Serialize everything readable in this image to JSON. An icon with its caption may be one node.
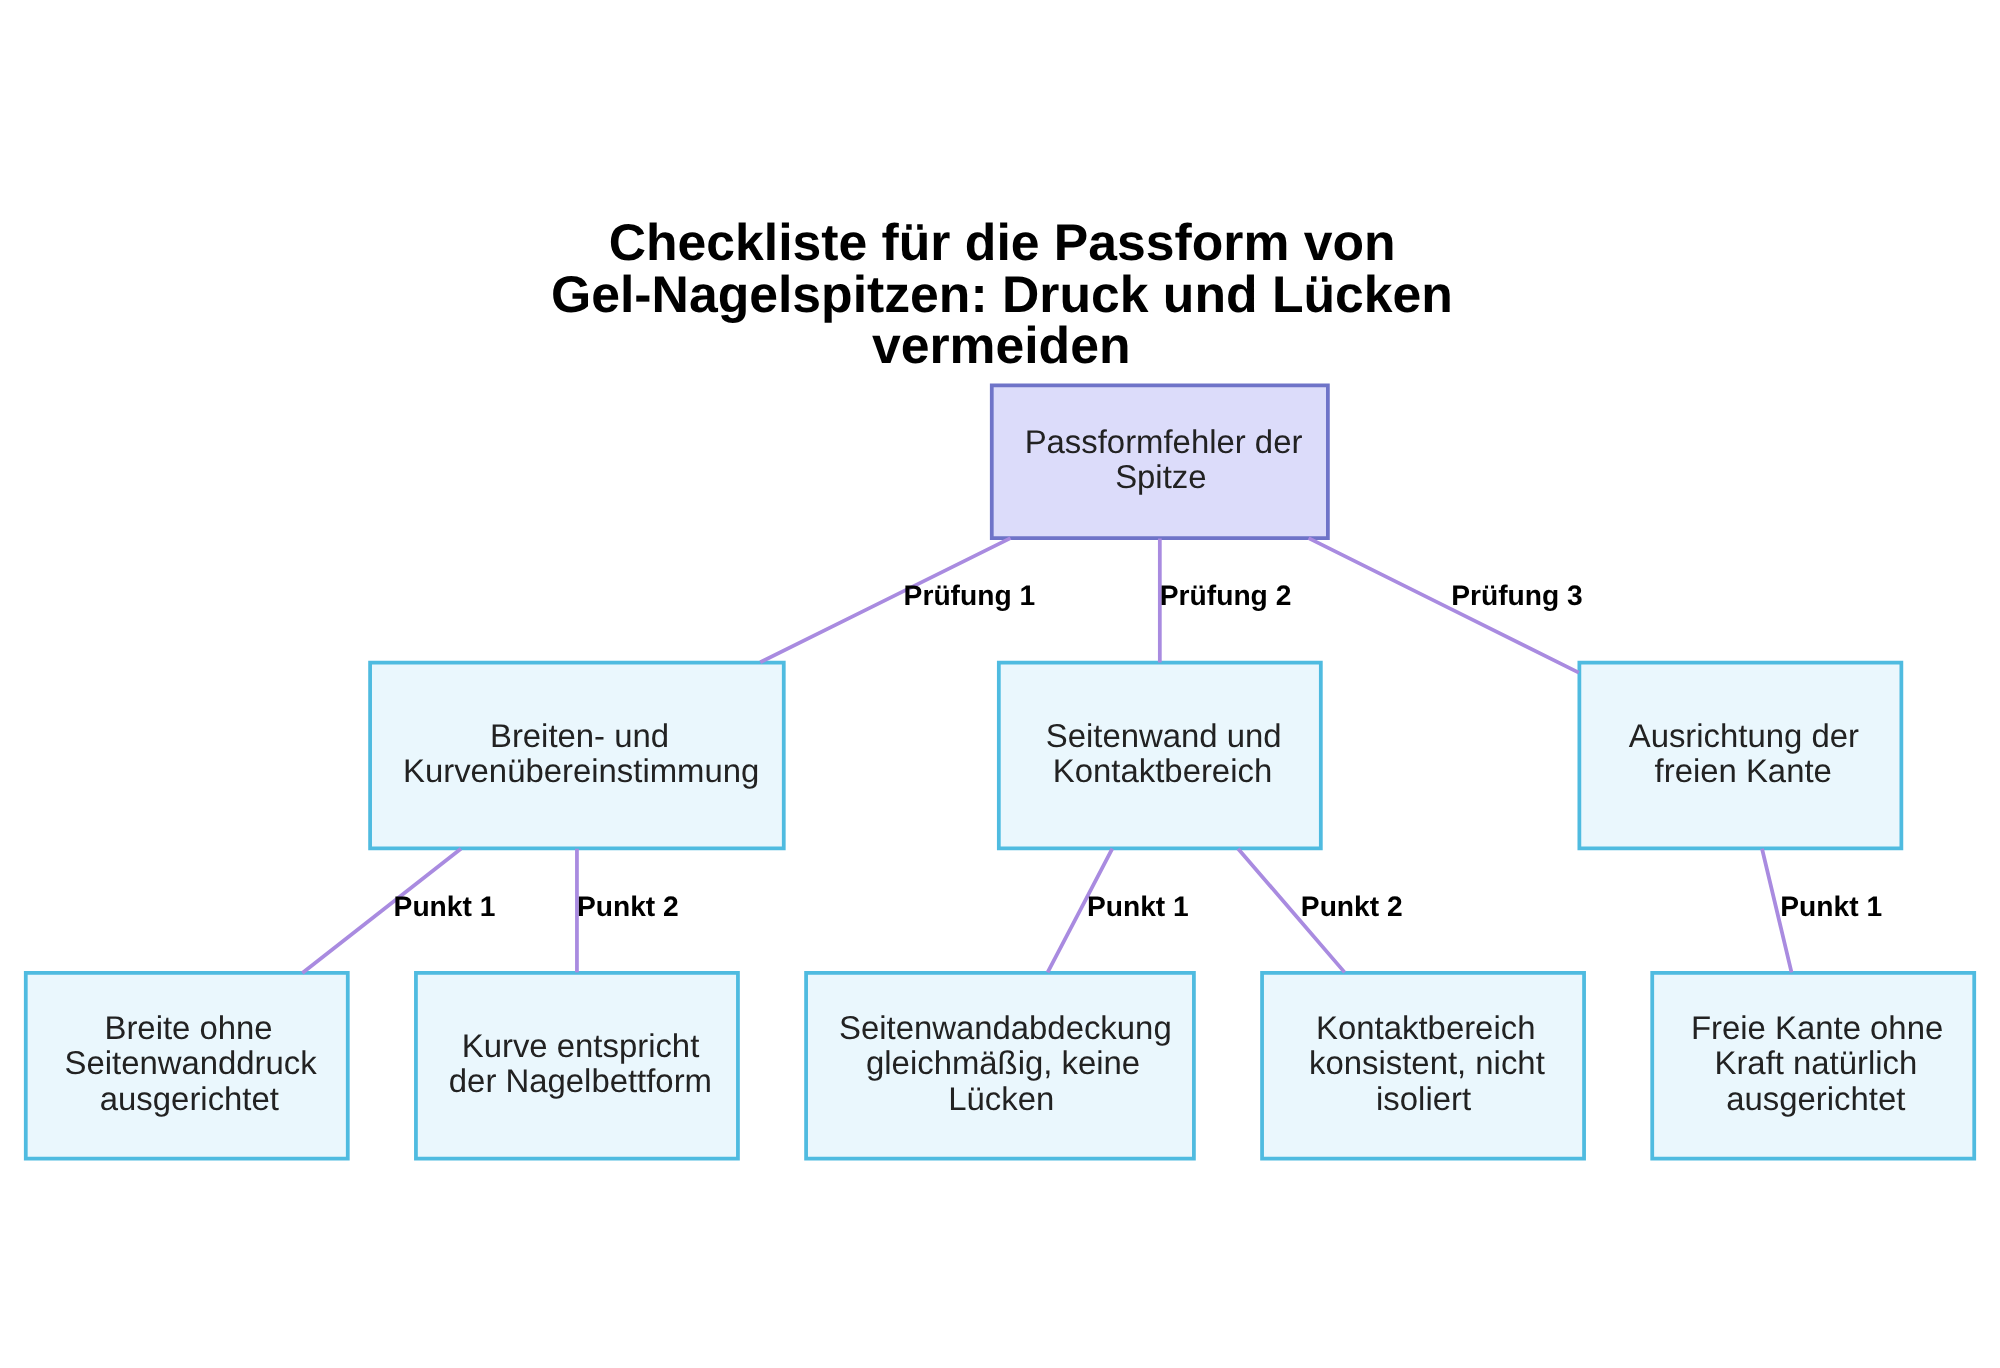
{
  "diagram": {
    "title": "Checkliste für die Passform von Gel-Nagelspitzen: Druck und Lücken vermeiden",
    "nodes": [
      {
        "text": [
          "Passformfehler der Spitze"
        ]
      },
      {
        "text": [
          "Breiten- und Kurvenübereinstimmung"
        ]
      },
      {
        "text": [
          "Seitenwand und Kontaktbereich"
        ]
      },
      {
        "text": [
          "Ausrichtung der freien Kante"
        ]
      },
      {
        "text": [
          "Breite ohne Seitenwanddruck ausgerichtet"
        ]
      },
      {
        "text": [
          "Kurve entspricht der Nagelbettform"
        ]
      },
      {
        "text": [
          "Seitenwandabdeckung gleichmäßig, keine Lücken"
        ]
      },
      {
        "text": [
          "Kontaktbereich konsistent, nicht isoliert"
        ]
      },
      {
        "text": [
          "Freie Kante ohne Kraft natürlich ausgerichtet"
        ]
      }
    ],
    "edges": [
      {
        "from": 0,
        "to": 1,
        "arrow": "none",
        "label": "Prüfung 1"
      },
      {
        "from": 0,
        "to": 2,
        "arrow": "none",
        "label": "Prüfung 2"
      },
      {
        "from": 0,
        "to": 3,
        "arrow": "none",
        "label": "Prüfung 3"
      },
      {
        "from": 1,
        "to": 4,
        "arrow": "none",
        "label": "Punkt 1"
      },
      {
        "from": 1,
        "to": 5,
        "arrow": "none",
        "label": "Punkt 2"
      },
      {
        "from": 2,
        "to": 6,
        "arrow": "none",
        "label": "Punkt 1"
      },
      {
        "from": 2,
        "to": 7,
        "arrow": "none",
        "label": "Punkt 2"
      },
      {
        "from": 3,
        "to": 8,
        "arrow": "none",
        "label": "Punkt 1"
      }
    ]
  }
}
